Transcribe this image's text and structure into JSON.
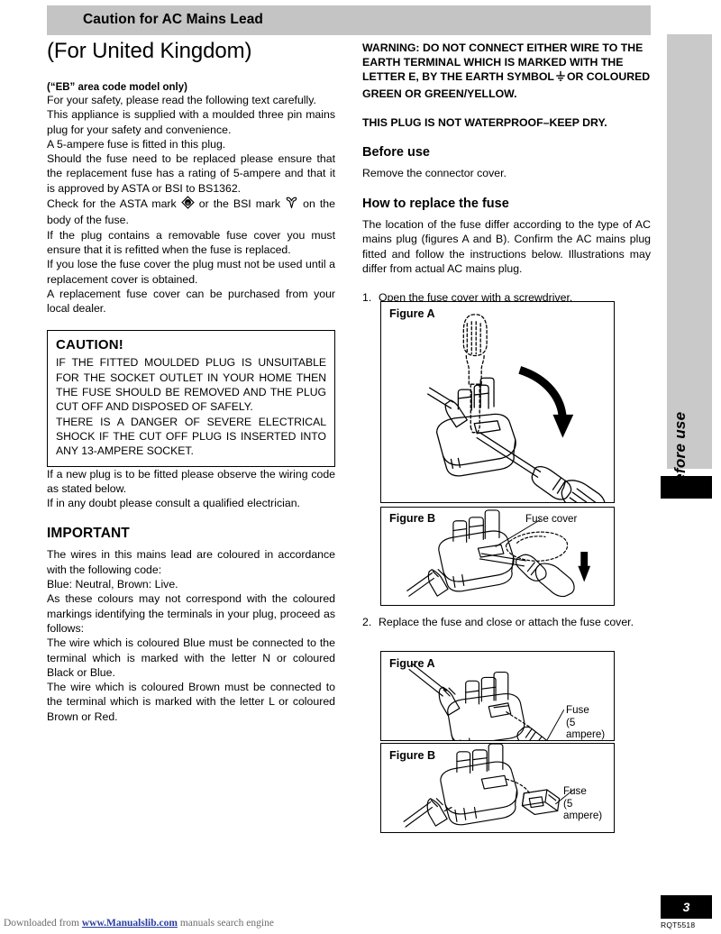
{
  "header": {
    "title": "Caution for AC Mains Lead"
  },
  "left_column": {
    "doc_title": "(For United Kingdom)",
    "sub_note": "(“EB” area code model only)",
    "para_safety": "For your safety, please read the following text carefully.",
    "para_appliance_l1": "This appliance is supplied with a moulded three pin mains plug for your safety and convenience.",
    "para_appliance_l2": "A 5-ampere fuse is fitted in this plug.",
    "para_appliance_l3": "Should the fuse need to be replaced please ensure that the replacement fuse has a rating of 5-ampere and that it is approved by ASTA or BSI to BS1362.",
    "para_appliance_l4_a": "Check for the ASTA mark",
    "para_appliance_l4_b": "or the BSI mark",
    "para_appliance_l4_c": "on the body of the fuse.",
    "para_cover_l1": "If the plug contains a removable fuse cover you must ensure that it is refitted when the fuse is replaced.",
    "para_cover_l2": "If you lose the fuse cover the plug must not be used until a replacement cover is obtained.",
    "para_cover_l3": "A replacement fuse cover can be purchased from your local dealer.",
    "caution": {
      "title": "CAUTION!",
      "line1": "IF THE FITTED MOULDED PLUG IS UNSUITABLE FOR THE SOCKET OUTLET IN YOUR HOME THEN THE FUSE SHOULD BE REMOVED AND THE PLUG CUT OFF AND DISPOSED OF SAFELY.",
      "line2": "THERE IS A DANGER OF SEVERE ELECTRICAL SHOCK IF THE CUT OFF PLUG IS INSERTED INTO ANY 13-AMPERE SOCKET."
    },
    "para_newplug_l1": "If a new plug is to be fitted please observe the wiring code as stated below.",
    "para_newplug_l2": "If in any doubt please consult a qualified electrician.",
    "important_heading": "IMPORTANT",
    "para_wires_l1": "The wires in this mains lead are coloured in accordance with the following code:",
    "para_wires_l2": "Blue: Neutral, Brown: Live.",
    "para_wires_l3": "As these colours may not correspond with the coloured markings identifying the terminals in your plug, proceed as follows:",
    "para_wires_l4": "The wire which is coloured Blue must be connected to the terminal which is marked with the letter N or coloured Black or Blue.",
    "para_wires_l5": "The wire which is coloured Brown must be connected to the terminal which is marked with the letter L or coloured Brown or Red."
  },
  "right_column": {
    "warning_a": "WARNING: DO NOT CONNECT EITHER WIRE TO THE EARTH TERMINAL WHICH IS MARKED WITH THE LETTER E, BY THE EARTH SYMBOL",
    "warning_b": "OR COLOURED GREEN OR GREEN/YELLOW.",
    "waterproof": "THIS PLUG IS NOT WATERPROOF–KEEP DRY.",
    "before_use_heading": "Before use",
    "before_use_text": "Remove the connector cover.",
    "how_to_heading": "How to replace the fuse",
    "how_to_text": "The location of the fuse differ according to the type of AC mains plug (figures A and B). Confirm the AC mains plug fitted and follow the instructions below. Illustrations may differ from actual AC mains plug.",
    "step1_num": "1.",
    "step1_text": "Open the fuse cover with a screwdriver.",
    "step2_num": "2.",
    "step2_text": "Replace the fuse and close or attach the fuse cover.",
    "fig1a_label": "Figure A",
    "fig1b_label": "Figure B",
    "fig1b_caption": "Fuse cover",
    "fig2a_label": "Figure A",
    "fig2a_caption_l1": "Fuse",
    "fig2a_caption_l2": "(5 ampere)",
    "fig2b_label": "Figure B",
    "fig2b_caption_l1": "Fuse",
    "fig2b_caption_l2": "(5 ampere)"
  },
  "side_tab": {
    "label": "Before use"
  },
  "footer": {
    "note_prefix": "Downloaded from",
    "note_link": "www.Manualslib.com",
    "note_suffix": "manuals search engine",
    "page_number": "3",
    "doc_code": "RQT5518"
  },
  "colors": {
    "header_bar": "#c4c4c4",
    "side_tab": "#c9c9c9",
    "black": "#000000",
    "link": "#2b3fa0"
  }
}
